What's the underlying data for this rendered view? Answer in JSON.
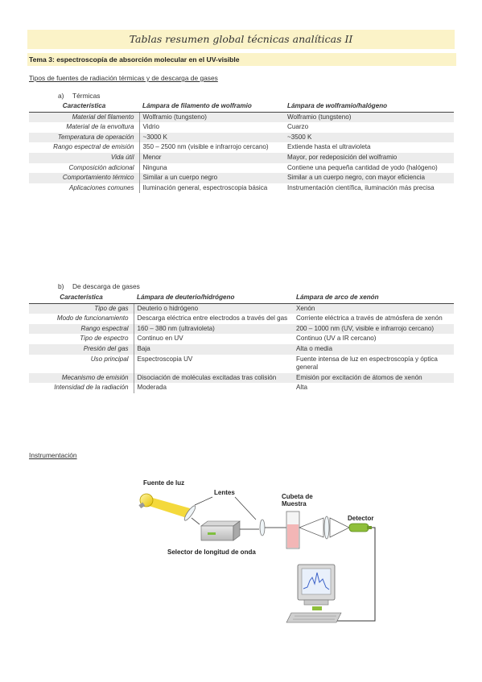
{
  "header": {
    "title": "Tablas resumen global técnicas analíticas II",
    "topic": "Tema 3: espectroscopía de absorción molecular en el UV-visible"
  },
  "section1": {
    "title": "Tipos de fuentes de radiación térmicas y de descarga de gases",
    "a_label": "a)",
    "a_title": "Térmicas",
    "headers": [
      "Característica",
      "Lámpara de filamento de wolframio",
      "Lámpara de wolframio/halógeno"
    ],
    "rows": [
      [
        "Material del filamento",
        "Wolframio (tungsteno)",
        "Wolframio (tungsteno)"
      ],
      [
        "Material de la envoltura",
        "Vidrio",
        "Cuarzo"
      ],
      [
        "Temperatura de operación",
        "~3000 K",
        "~3500 K"
      ],
      [
        "Rango espectral de emisión",
        "350 – 2500 nm (visible e infrarrojo cercano)",
        "Extiende hasta el ultravioleta"
      ],
      [
        "Vida útil",
        "Menor",
        "Mayor, por redeposición del wolframio"
      ],
      [
        "Composición adicional",
        "Ninguna",
        "Contiene una pequeña cantidad de yodo (halógeno)"
      ],
      [
        "Comportamiento térmico",
        "Similar a un cuerpo negro",
        "Similar a un cuerpo negro, con mayor eficiencia"
      ],
      [
        "Aplicaciones comunes",
        "Iluminación general, espectroscopia básica",
        "Instrumentación científica, iluminación más precisa"
      ]
    ],
    "b_label": "b)",
    "b_title": "De descarga de gases",
    "headers_b": [
      "Característica",
      "Lámpara de deuterio/hidrógeno",
      "Lámpara de arco de xenón"
    ],
    "rows_b": [
      [
        "Tipo de gas",
        "Deuterio o hidrógeno",
        "Xenón"
      ],
      [
        "Modo de funcionamiento",
        "Descarga eléctrica entre electrodos a través del gas",
        "Corriente eléctrica a través de atmósfera de xenón"
      ],
      [
        "Rango espectral",
        "160 – 380 nm (ultravioleta)",
        "200 – 1000 nm (UV, visible e infrarrojo cercano)"
      ],
      [
        "Tipo de espectro",
        "Continuo en UV",
        "Continuo (UV a IR cercano)"
      ],
      [
        "Presión del gas",
        "Baja",
        "Alta o media"
      ],
      [
        "Uso principal",
        "Espectroscopia UV",
        "Fuente intensa de luz en espectroscopía y óptica general"
      ],
      [
        "Mecanismo de emisión",
        "Disociación de moléculas excitadas tras colisión",
        "Emisión por excitación de átomos de xenón"
      ],
      [
        "Intensidad de la radiación",
        "Moderada",
        "Alta"
      ]
    ]
  },
  "instrumentation": {
    "title": "Instrumentación",
    "labels": {
      "source": "Fuente de luz",
      "lenses": "Lentes",
      "cell_line1": "Cubeta de",
      "cell_line2": "Muestra",
      "detector": "Detector",
      "selector": "Selector de longitud de onda"
    }
  },
  "colors": {
    "title_band": "#fbf3c8",
    "row_shade": "#ececec",
    "light_beam": "#f2d21a",
    "detector": "#8fbf3a"
  }
}
